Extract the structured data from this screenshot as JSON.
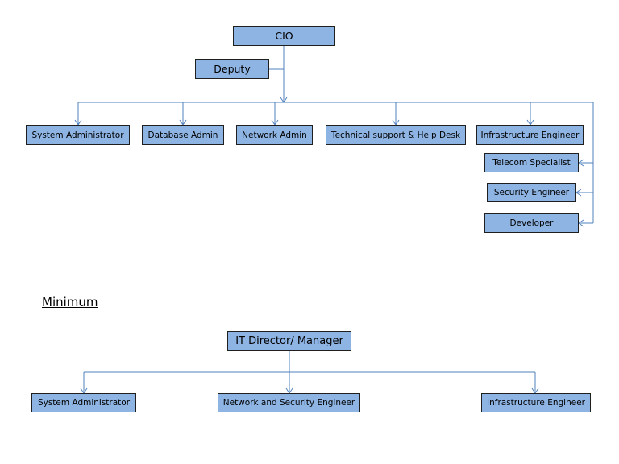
{
  "chart1": {
    "cio": "CIO",
    "deputy": "Deputy",
    "system_admin": "System Administrator",
    "database_admin": "Database Admin",
    "network_admin": "Network Admin",
    "tech_support": "Technical support & Help Desk",
    "infra_engineer": "Infrastructure Engineer",
    "telecom": "Telecom Specialist",
    "security_engineer": "Security Engineer",
    "developer": "Developer"
  },
  "chart2": {
    "heading": "Minimum",
    "director": "IT Director/ Manager",
    "system_admin": "System Administrator",
    "net_sec_engineer": "Network and Security Engineer",
    "infra_engineer": "Infrastructure Engineer"
  },
  "colors": {
    "box_fill": "#8eb4e3",
    "connector": "#4f81bd"
  }
}
